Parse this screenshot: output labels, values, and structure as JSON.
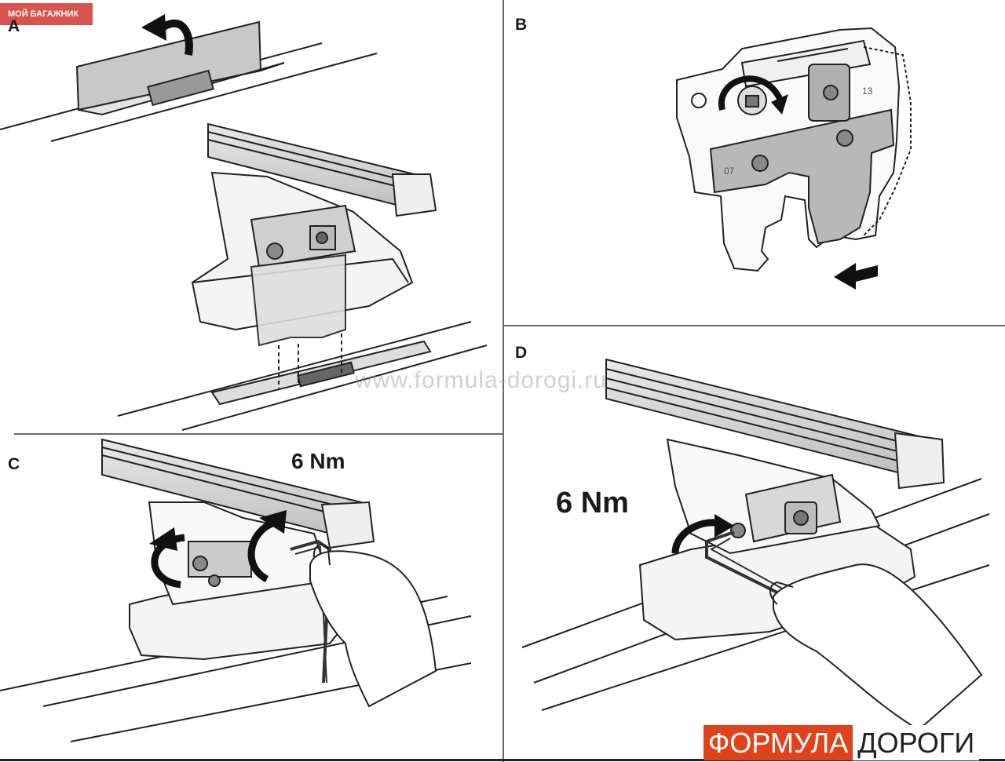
{
  "badge": {
    "text": "МОЙ БАГАЖНИК"
  },
  "panels": {
    "a": {
      "label": "A"
    },
    "b": {
      "label": "B",
      "part_number_1": "13",
      "part_number_2": "07"
    },
    "c": {
      "label": "C",
      "torque": "6 Nm"
    },
    "d": {
      "label": "D",
      "torque": "6 Nm"
    }
  },
  "watermark": {
    "text": "www.formula-dorogi.ru"
  },
  "logo": {
    "part1": "ФОРМУЛА",
    "part2": "ДОРОГИ",
    "color": "#e0421c"
  }
}
